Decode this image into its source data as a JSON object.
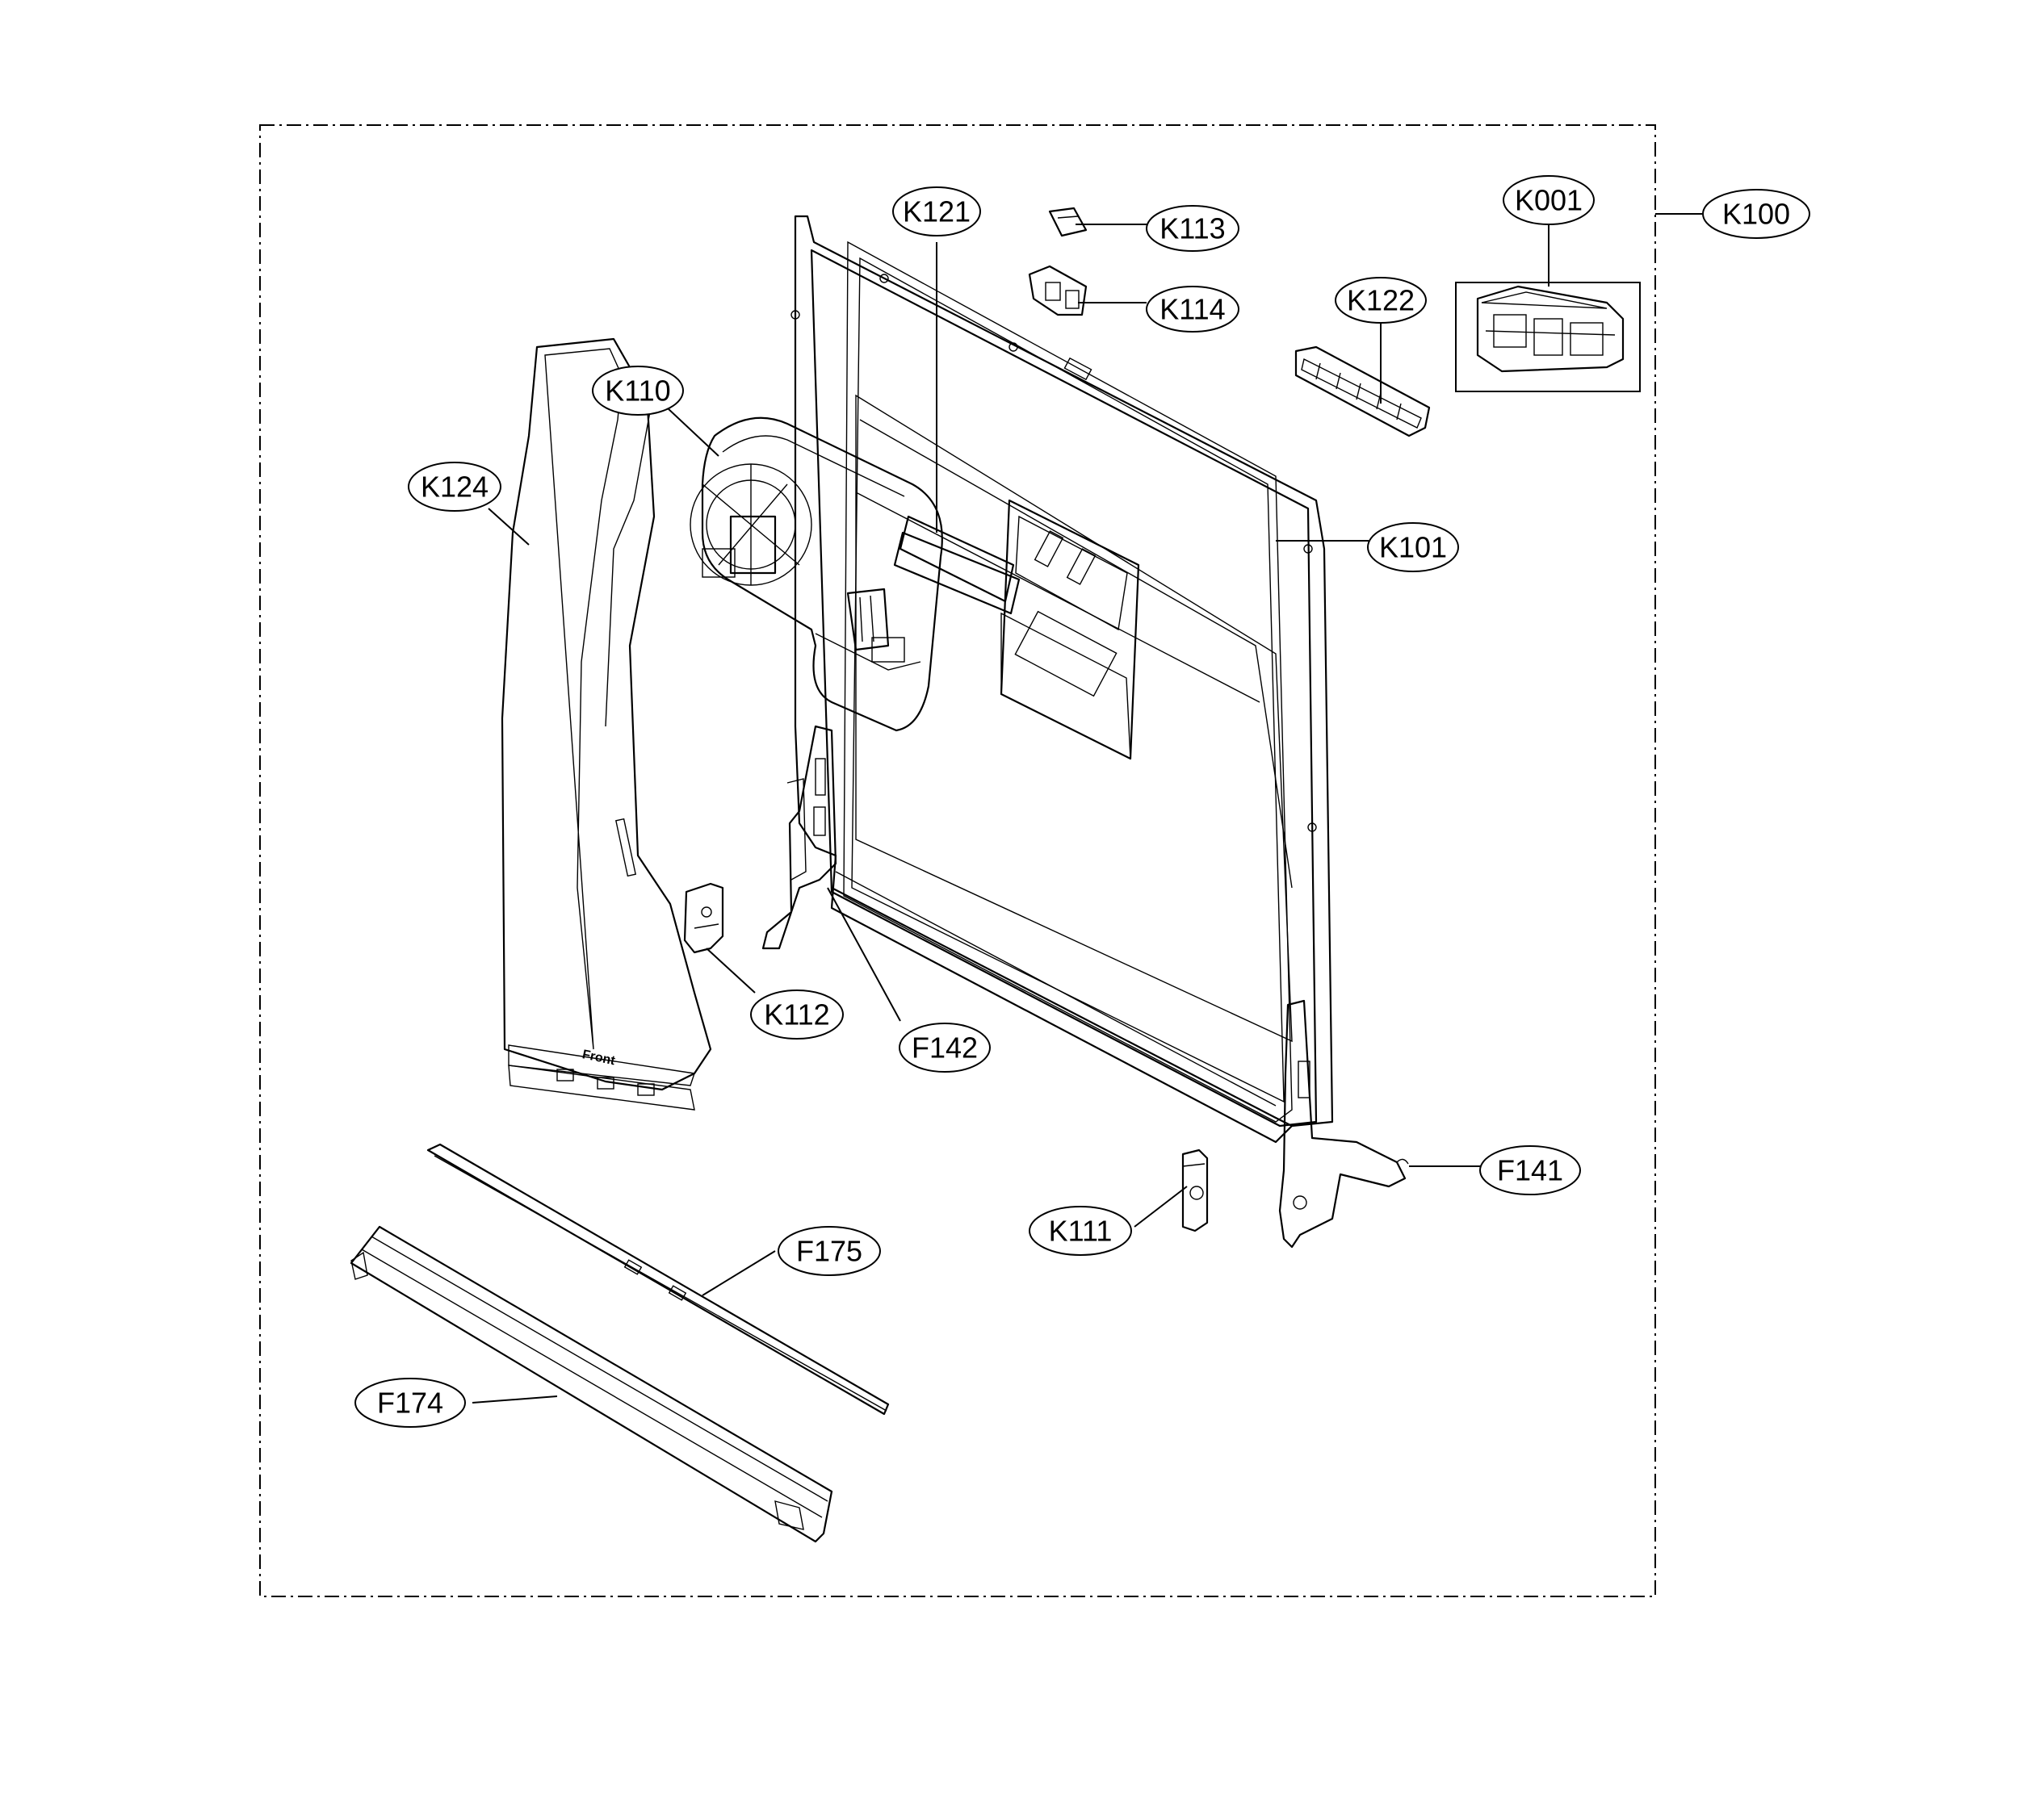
{
  "callouts": {
    "K001": "K001",
    "K100": "K100",
    "K101": "K101",
    "K110": "K110",
    "K111": "K111",
    "K112": "K112",
    "K113": "K113",
    "K114": "K114",
    "K121": "K121",
    "K122": "K122",
    "K124": "K124",
    "F141": "F141",
    "F142": "F142",
    "F174": "F174",
    "F175": "F175"
  },
  "part_text": {
    "front": "Front"
  }
}
